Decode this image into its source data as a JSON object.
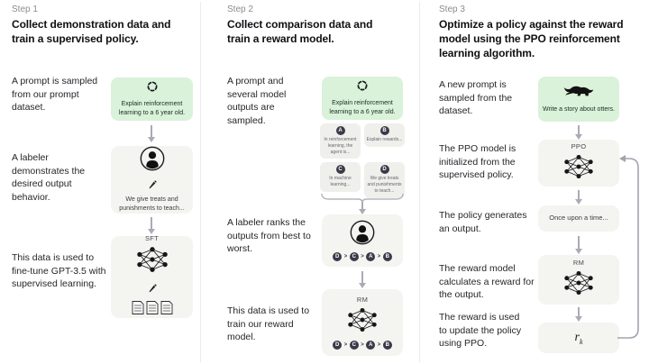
{
  "figure": {
    "colors": {
      "prompt_box_bg": "#d9f2d9",
      "stage_box_bg": "#f4f4f1",
      "output_cell_bg": "#efefec",
      "badge_bg": "#3a3a49",
      "arrow": "#ababb6"
    },
    "icons": {
      "prompt_cycle": "cycle-icon",
      "labeler": "person-icon",
      "annotation": "pencil-icon",
      "demonstrations": "documents-icon",
      "model": "neural-network-icon",
      "otter_prompt": "otter-icon"
    },
    "rank_separator": ">"
  },
  "steps": [
    {
      "label": "Step 1",
      "title": "Collect demonstration data and train a supervised policy.",
      "captions": [
        "A prompt is sampled from our prompt dataset.",
        "A labeler demonstrates the desired output behavior.",
        "This data is used to fine-tune GPT-3.5 with supervised learning."
      ],
      "prompt": "Explain reinforcement learning to a 6 year old.",
      "labeler_note": "We give treats and punishments to teach...",
      "model": "SFT"
    },
    {
      "label": "Step 2",
      "title": "Collect comparison data and train a reward model.",
      "captions": [
        "A prompt and several model outputs are sampled.",
        "A labeler ranks the outputs from best to worst.",
        "This data is used to train our reward model."
      ],
      "prompt": "Explain reinforcement learning to a 6 year old.",
      "outputs": [
        {
          "id": "A",
          "text": "In reinforcement learning, the agent is..."
        },
        {
          "id": "B",
          "text": "Explain rewards..."
        },
        {
          "id": "C",
          "text": "In machine learning..."
        },
        {
          "id": "D",
          "text": "We give treats and punishments to teach..."
        }
      ],
      "ranking": [
        "D",
        "C",
        "A",
        "B"
      ],
      "model": "RM"
    },
    {
      "label": "Step 3",
      "title": "Optimize a policy against the reward model using the PPO reinforcement learning algorithm.",
      "captions": [
        "A new prompt is sampled from the dataset.",
        "The PPO model is initialized from the supervised policy.",
        "The policy generates an output.",
        "The reward model calculates a reward for the output.",
        "The reward is used to update the policy using PPO."
      ],
      "prompt": "Write a story about otters.",
      "policy_model": "PPO",
      "output_text": "Once upon a time...",
      "reward_model": "RM",
      "reward_symbol": "r",
      "reward_subscript": "k"
    }
  ]
}
